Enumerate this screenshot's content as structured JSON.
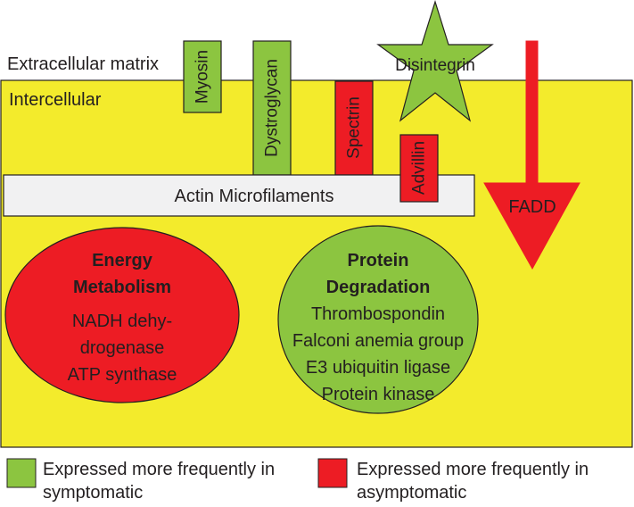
{
  "colors": {
    "cell": "#f3eb2c",
    "green": "#8cc540",
    "red": "#ed1c24",
    "actin": "#f1f1f2",
    "outline": "#231f20"
  },
  "regions": {
    "extracellular": "Extracellular matrix",
    "intercellular": "Intercellular"
  },
  "actin_label": "Actin Microfilaments",
  "proteins": {
    "myosin": "Myosin",
    "dystroglycan": "Dystroglycan",
    "spectrin": "Spectrin",
    "advillin": "Advillin",
    "disintegrin": "Disintegrin",
    "fadd": "FADD"
  },
  "energy": {
    "title_line1": "Energy",
    "title_line2": "Metabolism",
    "items": [
      "NADH dehy-",
      "drogenase",
      "ATP synthase"
    ]
  },
  "protein_degradation": {
    "title_line1": "Protein",
    "title_line2": "Degradation",
    "items": [
      "Thrombospondin",
      "Falconi anemia group",
      "E3 ubiquitin ligase",
      "Protein kinase"
    ]
  },
  "legend": {
    "green_line1": "Expressed more frequently in",
    "green_line2": "symptomatic",
    "red_line1": "Expressed more frequently in",
    "red_line2": "asymptomatic"
  }
}
